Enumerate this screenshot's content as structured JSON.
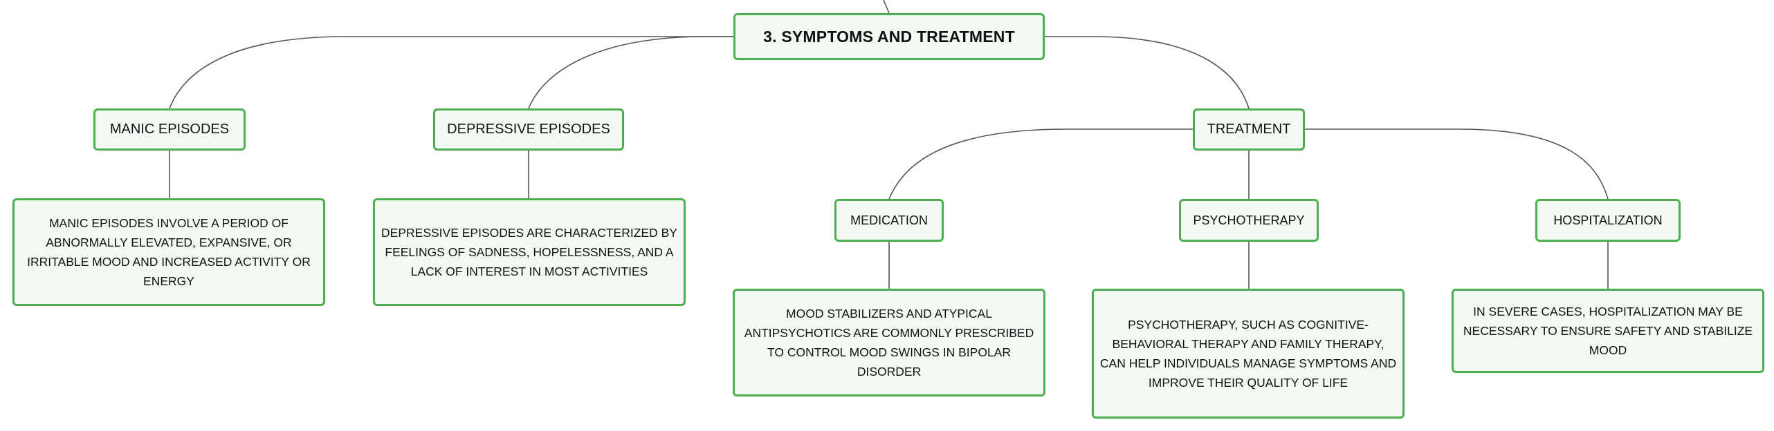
{
  "mindmap": {
    "root": {
      "label": "3. SYMPTOMS AND TREATMENT"
    },
    "manic_episodes": {
      "label": "MANIC EPISODES",
      "description": "MANIC EPISODES INVOLVE A PERIOD OF ABNORMALLY ELEVATED, EXPANSIVE, OR IRRITABLE MOOD AND INCREASED ACTIVITY OR ENERGY"
    },
    "depressive_episodes": {
      "label": "DEPRESSIVE EPISODES",
      "description": "DEPRESSIVE EPISODES ARE CHARACTERIZED BY FEELINGS OF SADNESS, HOPELESSNESS, AND A LACK OF INTEREST IN MOST ACTIVITIES"
    },
    "treatment": {
      "label": "TREATMENT",
      "medication": {
        "label": "MEDICATION",
        "description": "MOOD STABILIZERS AND ATYPICAL ANTIPSYCHOTICS ARE COMMONLY PRESCRIBED TO CONTROL MOOD SWINGS IN BIPOLAR DISORDER"
      },
      "psychotherapy": {
        "label": "PSYCHOTHERAPY",
        "description": "PSYCHOTHERAPY, SUCH AS COGNITIVE-BEHAVIORAL THERAPY AND FAMILY THERAPY, CAN HELP INDIVIDUALS MANAGE SYMPTOMS AND IMPROVE THEIR QUALITY OF LIFE"
      },
      "hospitalization": {
        "label": "HOSPITALIZATION",
        "description": "IN SEVERE CASES, HOSPITALIZATION MAY BE NECESSARY TO ENSURE SAFETY AND STABILIZE MOOD"
      }
    }
  },
  "colors": {
    "node_border": "#4caf50",
    "node_fill": "#f3f9f3",
    "connector": "#555555",
    "text": "#111111"
  }
}
